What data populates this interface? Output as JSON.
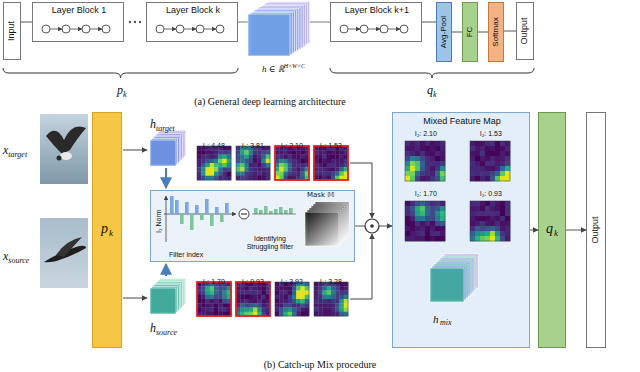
{
  "diagram": {
    "nodes": [
      {
        "text": [
          "Input"
        ]
      },
      {
        "text": [
          "Layer Block 1"
        ]
      },
      {
        "text": [
          "Layer Block k"
        ]
      },
      {
        "text": [
          "Layer Block k+1"
        ]
      },
      {
        "text": [
          "Avg-Pool"
        ]
      },
      {
        "text": [
          "FC"
        ]
      },
      {
        "text": [
          "Softmax"
        ]
      },
      {
        "text": [
          "Output"
        ]
      },
      {
        "text": [
          "p",
          "k"
        ]
      },
      {
        "text": [
          "l₂ Norm",
          "Filter index",
          "Identifying Struggling filter",
          "Mask 𝕄"
        ]
      },
      {
        "text": [
          "Mixed Feature Map",
          "l₂: 2.10",
          "l₂: 1.53",
          "l₂: 1.70",
          "l₂: 0.93",
          "h",
          "mix"
        ]
      },
      {
        "text": [
          "q",
          "k"
        ]
      },
      {
        "text": [
          "Output"
        ]
      }
    ],
    "edges": [
      {
        "from": 0,
        "to": 1,
        "arrow": "none"
      },
      {
        "from": 3,
        "to": 4,
        "arrow": "none"
      },
      {
        "from": 4,
        "to": 5,
        "arrow": "none"
      },
      {
        "from": 5,
        "to": 6,
        "arrow": "none"
      },
      {
        "from": 6,
        "to": 7,
        "arrow": "none"
      },
      {
        "from": 9,
        "to": 10,
        "arrow": "to"
      },
      {
        "from": 10,
        "to": 11,
        "arrow": "to"
      },
      {
        "from": 11,
        "to": 12,
        "arrow": "to"
      }
    ],
    "labels": [
      "(a) General deep learning architecture",
      "h ∈ ℝ",
      "H×W×C",
      "p",
      "k",
      "q",
      "k",
      "x",
      "target",
      "x",
      "source",
      "h",
      "target",
      "l₂: 4.48",
      "l₂: 3.81",
      "l₂: 2.10",
      "l₂: 1.53",
      "h",
      "source",
      "l₂: 1.70",
      "l₂: 0.93",
      "l₂: 3.93",
      "l₂: 3.28",
      "(b) Catch-up Mix procedure"
    ]
  }
}
